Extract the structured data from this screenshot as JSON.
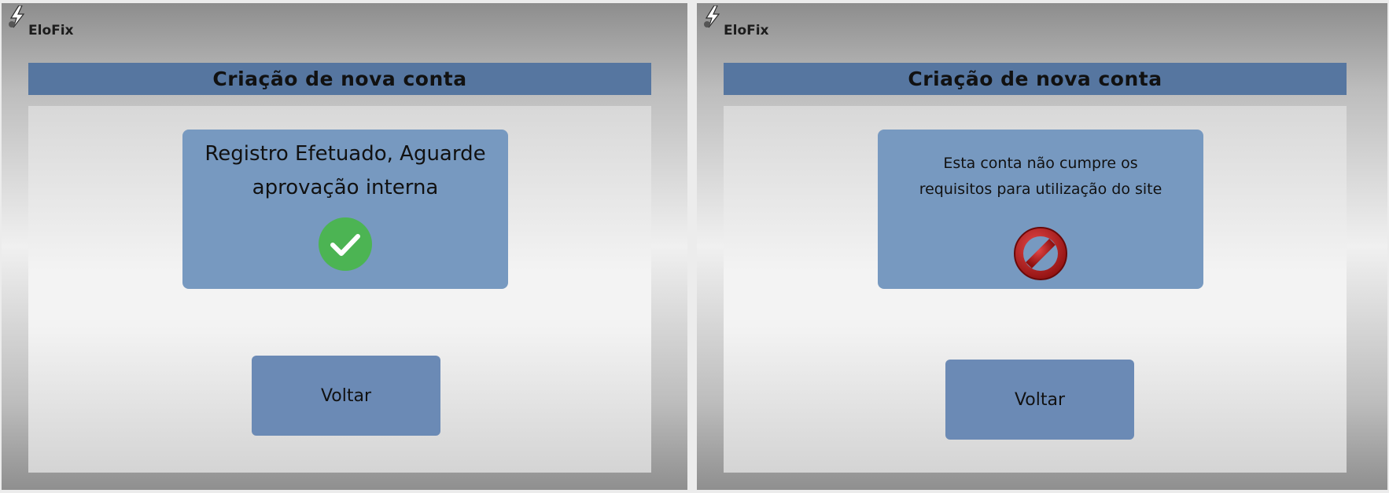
{
  "brand": {
    "name": "EloFix",
    "icon": "lightning-bolt-icon"
  },
  "screens": [
    {
      "title": "Criação de nova conta",
      "message_line1": "Registro Efetuado, Aguarde",
      "message_line2": "aprovação interna",
      "status_icon": "check-circle-icon",
      "status_color": "#4cb453",
      "back_label": "Voltar"
    },
    {
      "title": "Criação de nova conta",
      "message_line1": "Esta conta não cumpre os",
      "message_line2": "requisitos para utilização do site",
      "status_icon": "prohibited-icon",
      "status_color": "#b51818",
      "back_label": "Voltar"
    }
  ],
  "colors": {
    "title_bar": "#5676a0",
    "card": "#7799c0",
    "button": "#6b8ab5"
  }
}
